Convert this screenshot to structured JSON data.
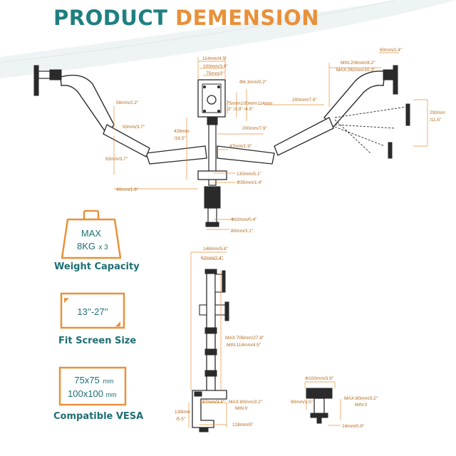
{
  "title": {
    "part1": "PRODUCT",
    "part2": "DEMENSION"
  },
  "colors": {
    "teal": "#1e7f80",
    "orange": "#e8913a",
    "dark": "#2a2a2a"
  },
  "features": {
    "weight": {
      "line1": "MAX",
      "line2a": "8KG",
      "line2b": "x 3",
      "label": "Weight Capacity",
      "icon": "weight-icon"
    },
    "screen": {
      "range": "13''-27''",
      "label": "Fit Screen Size",
      "icon": "screen-icon"
    },
    "vesa": {
      "line1a": "75x75",
      "line1b": "mm",
      "line2a": "100x100",
      "line2b": "mm",
      "label": "Compatible VESA",
      "icon": "vesa-plate-icon"
    }
  },
  "dims": {
    "d114": "114mm/4.5\"",
    "d100": "100mm/3.9\"",
    "d75": "75mm/3\"",
    "phi63": "Φ6.3mm/0.2\"",
    "vesa_mid": "75mm\\100mm\\114mm",
    "vesa_mid2": "/3\"   /3.9\"  /4.5\"",
    "d56": "56mm/2.2\"",
    "d93a": "93mm/3.7\"",
    "d428": "428mm",
    "d428b": "/16.5\"",
    "d200a": "200mm/7.9\"",
    "d200b": "200mm/7.9\"",
    "d93b": "93mm/3.7\"",
    "d47": "47mm/1.9\"",
    "d130": "130mm/5.1\"",
    "phi35": "Φ35mm/1.4\"",
    "d40": "40mm/1.6\"",
    "phi10": "Φ10mm/0.4\"",
    "d80": "80mm/3.1\"",
    "min206": "MIN:206mm/8.2\"",
    "max262": "MAX:262mm/10.3\"",
    "d60": "60mm/2.4\"",
    "d292": "292mm",
    "d292b": "/11.5\"",
    "d148": "148mm/5.8\"",
    "d62": "62mm/2.4\"",
    "max706": "MAX:706mm/27.8\"",
    "min114": "MIN:114mm/4.5\"",
    "d87": "87mm/3.4\"",
    "max80": "MAX:80mm/3.2\"",
    "min0": "MIN:0",
    "d139": "139mm",
    "d139b": "/5.5\"",
    "d128": "128mm/5\"",
    "phi100": "Φ100mm/3.9\"",
    "d90": "90mm/3.5\"",
    "max80b": "MAX:80mm/3.2\"",
    "min0b": "MIN:0",
    "d24": "24mm/0.9\""
  }
}
